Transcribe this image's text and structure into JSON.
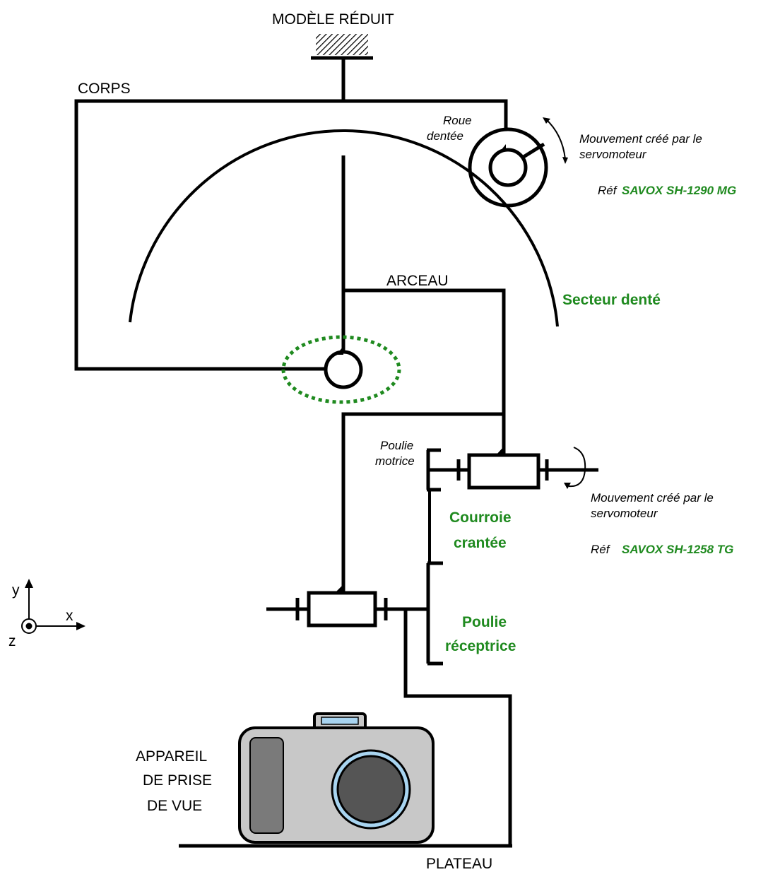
{
  "labels": {
    "modele_reduit": "MODÈLE RÉDUIT",
    "corps": "CORPS",
    "roue_dentee_1": "Roue",
    "roue_dentee_2": "dentée",
    "mouvement_1_line1": "Mouvement créé par le",
    "mouvement_1_line2": "servomoteur",
    "ref_1_prefix": "Réf",
    "ref_1_model": "SAVOX SH-1290 MG",
    "arceau": "ARCEAU",
    "secteur_dente": "Secteur denté",
    "poulie_motrice_1": "Poulie",
    "poulie_motrice_2": "motrice",
    "mouvement_2_line1": "Mouvement créé par le",
    "mouvement_2_line2": "servomoteur",
    "courroie_1": "Courroie",
    "courroie_2": "crantée",
    "ref_2_prefix": "Réf",
    "ref_2_model": "SAVOX SH-1258 TG",
    "poulie_receptrice_1": "Poulie",
    "poulie_receptrice_2": "réceptrice",
    "appareil_1": "APPAREIL",
    "appareil_2": "DE PRISE",
    "appareil_3": "DE VUE",
    "plateau": "PLATEAU",
    "axis_y": "y",
    "axis_x": "x",
    "axis_z": "z"
  },
  "colors": {
    "accent_green": "#1f8a1f",
    "line": "#000000",
    "camera_body": "#c8c8c8",
    "camera_grip": "#7a7a7a",
    "camera_lens": "#555555",
    "camera_button": "#a8d4f0"
  }
}
